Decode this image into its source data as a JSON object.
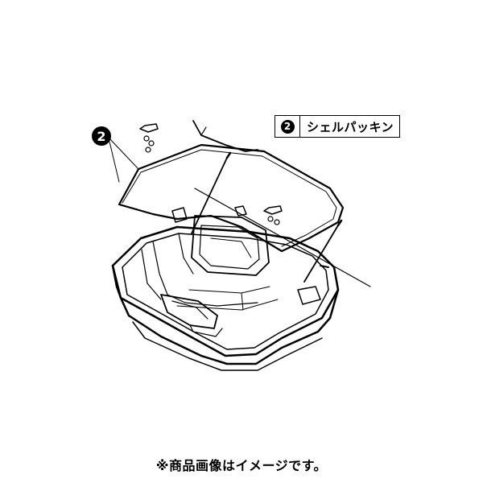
{
  "legend": {
    "number": "2",
    "label": "シェルパッキン"
  },
  "callout": {
    "number": "2"
  },
  "caption": "※商品画像はイメージです。"
}
